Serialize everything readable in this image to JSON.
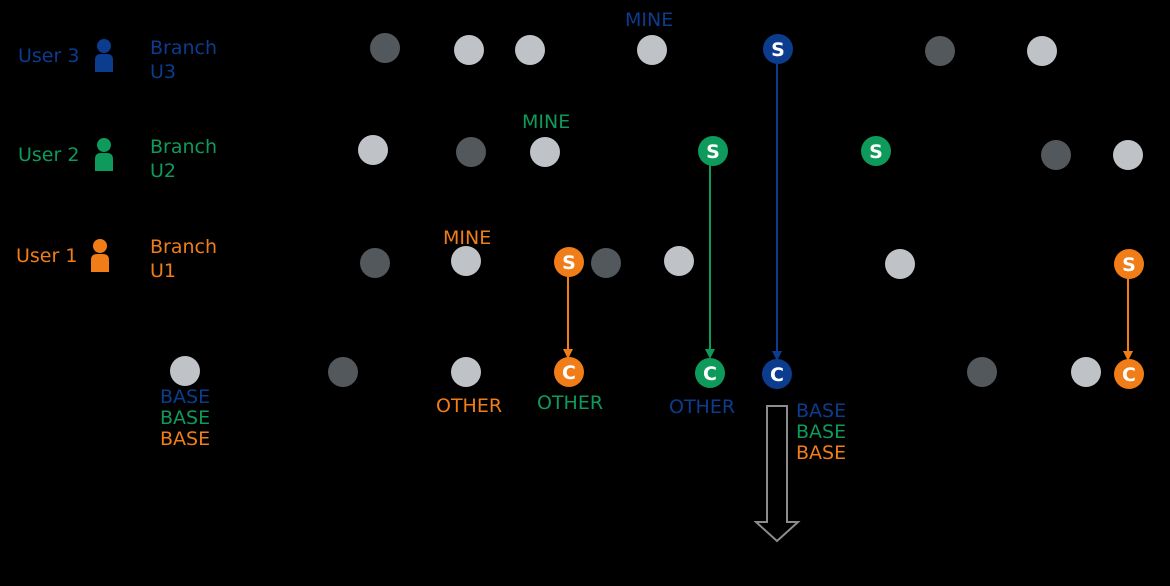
{
  "colors": {
    "user3": "#0b3c8e",
    "user2": "#0e9a5a",
    "user1": "#f07d18",
    "node_light": "#bfc3c7",
    "node_dark": "#53585c",
    "arrow_gray": "#8c8c8c"
  },
  "users": [
    {
      "key": "user3",
      "user_label": "User 3",
      "branch_line1": "Branch",
      "branch_line2": "U3",
      "icon": "person-icon"
    },
    {
      "key": "user2",
      "user_label": "User 2",
      "branch_line1": "Branch",
      "branch_line2": "U2",
      "icon": "person-icon"
    },
    {
      "key": "user1",
      "user_label": "User 1",
      "branch_line1": "Branch",
      "branch_line2": "U1",
      "icon": "person-icon"
    }
  ],
  "node_letters": {
    "shelve": "S",
    "commit": "C"
  },
  "annotations": {
    "mine_u3": "MINE",
    "mine_u2": "MINE",
    "mine_u1": "MINE",
    "other_u1": "OTHER",
    "other_u2": "OTHER",
    "other_u3": "OTHER",
    "base_left": [
      "BASE",
      "BASE",
      "BASE"
    ],
    "base_right": [
      "BASE",
      "BASE",
      "BASE"
    ]
  }
}
